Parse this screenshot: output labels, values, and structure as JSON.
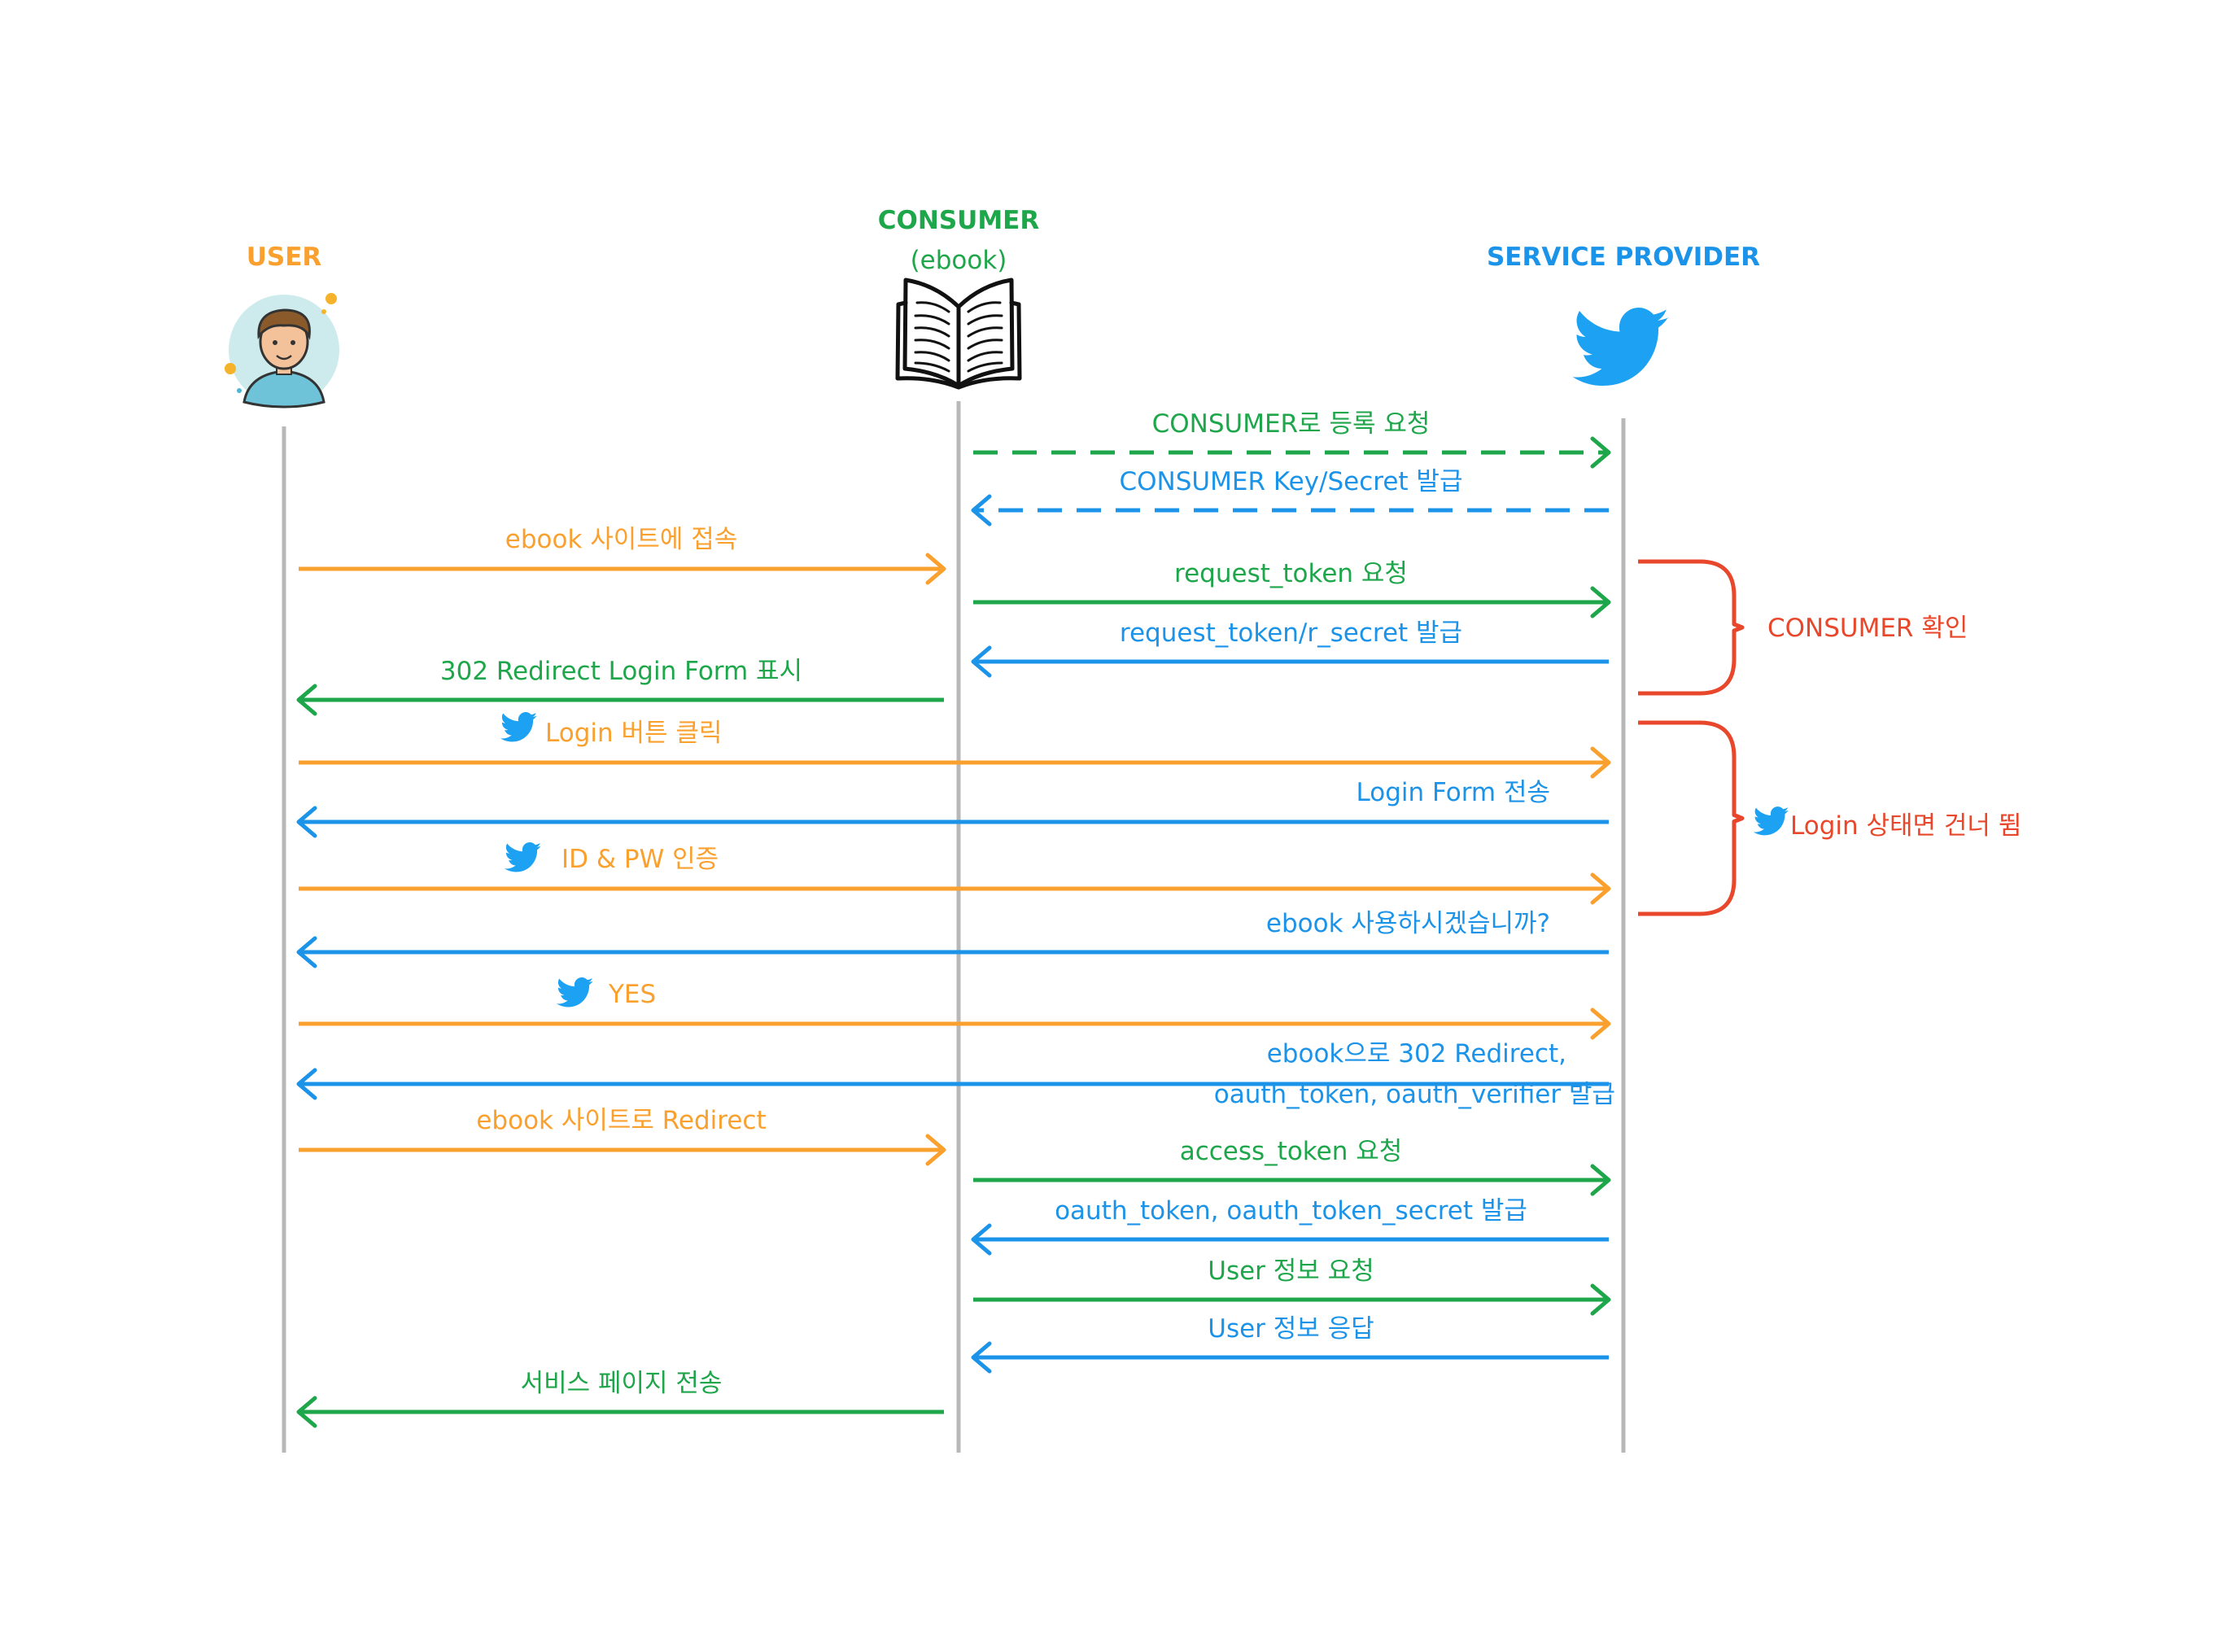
{
  "colors": {
    "orange": "#F9A02E",
    "green": "#1EA64A",
    "blue": "#1B93E8",
    "red": "#E8472B",
    "lifeline": "#B8B8B8",
    "twitter": "#1DA1F2"
  },
  "actors": {
    "user": {
      "title": "USER",
      "icon": "user-avatar-icon"
    },
    "consumer": {
      "title": "CONSUMER",
      "subtitle": "(ebook)",
      "icon": "open-book-icon"
    },
    "provider": {
      "title": "SERVICE PROVIDER",
      "icon": "twitter-bird-icon"
    }
  },
  "messages": [
    {
      "from": "consumer",
      "to": "provider",
      "dashed": true,
      "color": "green",
      "label": "CONSUMER로 등록 요청"
    },
    {
      "from": "provider",
      "to": "consumer",
      "dashed": true,
      "color": "blue",
      "label": "CONSUMER Key/Secret 발급"
    },
    {
      "from": "user",
      "to": "consumer",
      "color": "orange",
      "label": "ebook 사이트에 접속"
    },
    {
      "from": "consumer",
      "to": "provider",
      "color": "green",
      "label": "request_token 요청"
    },
    {
      "from": "provider",
      "to": "consumer",
      "color": "blue",
      "label": "request_token/r_secret 발급"
    },
    {
      "from": "consumer",
      "to": "user",
      "color": "green",
      "label": "302 Redirect Login Form 표시"
    },
    {
      "from": "user",
      "to": "provider",
      "color": "orange",
      "label": "Login 버튼 클릭",
      "icon": "twitter-bird-icon"
    },
    {
      "from": "provider",
      "to": "user",
      "color": "blue",
      "label": "Login Form 전송"
    },
    {
      "from": "user",
      "to": "provider",
      "color": "orange",
      "label": "ID & PW 인증",
      "icon": "twitter-bird-icon"
    },
    {
      "from": "provider",
      "to": "user",
      "color": "blue",
      "label": "ebook 사용하시겠습니까?"
    },
    {
      "from": "user",
      "to": "provider",
      "color": "orange",
      "label": "YES",
      "icon": "twitter-bird-icon"
    },
    {
      "from": "provider",
      "to": "user",
      "color": "blue",
      "label": "ebook으로 302 Redirect,",
      "label2": "oauth_token, oauth_verifier 발급"
    },
    {
      "from": "user",
      "to": "consumer",
      "color": "orange",
      "label": "ebook 사이트로 Redirect"
    },
    {
      "from": "consumer",
      "to": "provider",
      "color": "green",
      "label": "access_token 요청"
    },
    {
      "from": "provider",
      "to": "consumer",
      "color": "blue",
      "label": "oauth_token, oauth_token_secret 발급"
    },
    {
      "from": "consumer",
      "to": "provider",
      "color": "green",
      "label": "User 정보 요청"
    },
    {
      "from": "provider",
      "to": "consumer",
      "color": "blue",
      "label": "User 정보 응답"
    },
    {
      "from": "consumer",
      "to": "user",
      "color": "green",
      "label": "서비스 페이지 전송"
    }
  ],
  "brackets": [
    {
      "label": "CONSUMER 확인",
      "color": "red"
    },
    {
      "label": "Login 상태면 건너 뜀",
      "color": "red",
      "icon": "twitter-bird-icon"
    }
  ]
}
